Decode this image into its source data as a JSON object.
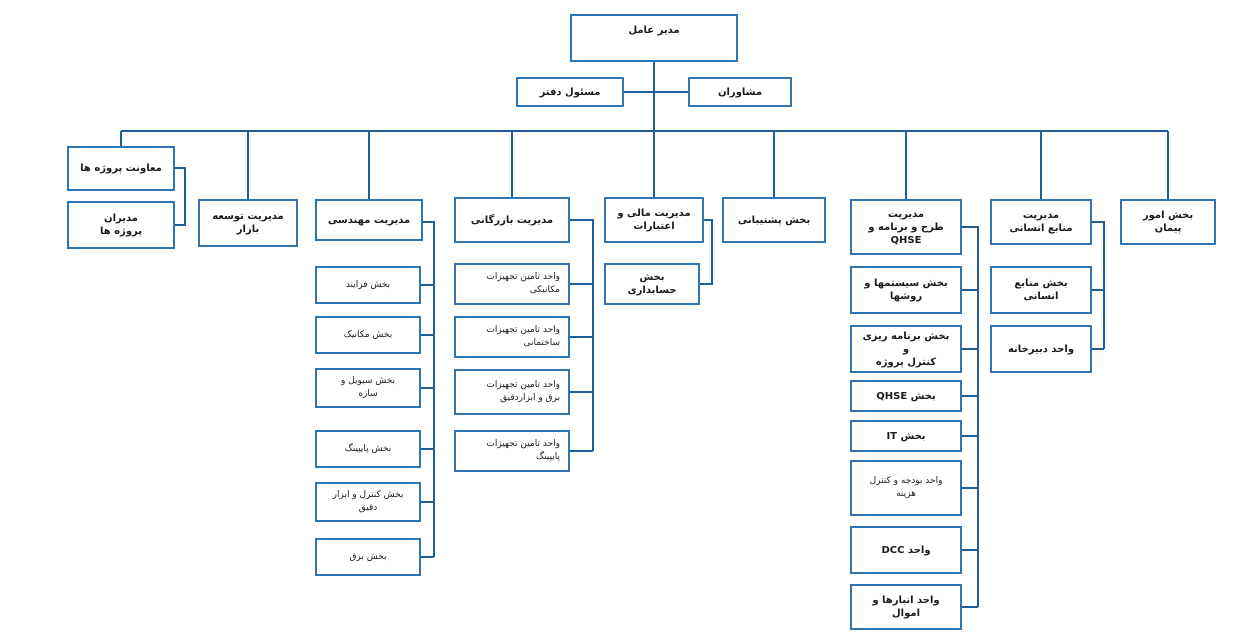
{
  "colors": {
    "line": "#1f5f96",
    "border": "#2e75b6",
    "text": "#1a1a1a",
    "background": "#ffffff"
  },
  "chart": {
    "ceo": "مدیر عامل",
    "office_manager": "مسئول دفتر",
    "advisors": "مشاوران",
    "projects_deputy": "معاونت پروژه ها",
    "project_managers": "مدیران\nپروژه ها",
    "market_dev": "مدیریت توسعه\nبازار",
    "engineering": {
      "title": "مدیریت مهندسی",
      "items": [
        "بخش فرایند",
        "بخش مکانیک",
        "بخش سیویل و\nسازه",
        "بخش پایپینگ",
        "بخش کنترل و ابزار\nدقیق",
        "بخش برق"
      ]
    },
    "commercial": {
      "title": "مدیریت بازرگانی",
      "items": [
        "واحد تامین تجهیزات\nمکانیکی",
        "واحد تامین تجهیزات\nساختمانی",
        "واحد تامین تجهیزات\nبرق و ابزاردقیق",
        "واحد تامین تجهیزات\nپایپینگ"
      ]
    },
    "finance": {
      "title": "مدیریت مالی و\nاعتبارات",
      "items": [
        "بخش\nحسابداری"
      ]
    },
    "support": "بخش پشتیبانی",
    "planning": {
      "title": "مدیریت\nطرح و برنامه و\nQHSE",
      "items": [
        "بخش سیستمها و\nروشها",
        "بخش برنامه ریزی و\nکنترل پروژه",
        "بخش QHSE",
        "بخش IT",
        "واحد بودجه و کنترل\nهزینه",
        "واحد DCC",
        "واحد انبارها و اموال"
      ]
    },
    "hr": {
      "title": "مدیریت\nمنابع انسانی",
      "items": [
        "بخش منابع\nانسانی",
        "واحد دبیرخانه"
      ]
    },
    "contracts": "بخش امور\nپیمان"
  }
}
